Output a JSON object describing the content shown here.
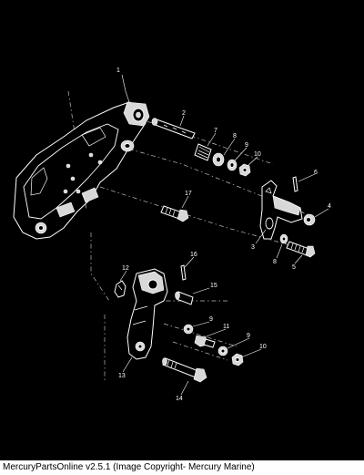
{
  "callouts": {
    "c1": "1",
    "c2": "2",
    "c3": "3",
    "c4": "4",
    "c5": "5",
    "c6": "6",
    "c7": "7",
    "c8a": "8",
    "c8b": "8",
    "c9a": "9",
    "c9b": "9",
    "c9c": "9",
    "c10a": "10",
    "c10b": "10",
    "c11": "11",
    "c12": "12",
    "c13": "13",
    "c14": "14",
    "c15": "15",
    "c16": "16",
    "c17": "17"
  },
  "footer": {
    "caption": "MercuryPartsOnline v2.5.1 (Image Copyright- Mercury Marine)"
  },
  "colors": {
    "background": "#000000",
    "linework": "#ffffff",
    "footer_background": "#ffffff",
    "footer_text": "#000000"
  }
}
